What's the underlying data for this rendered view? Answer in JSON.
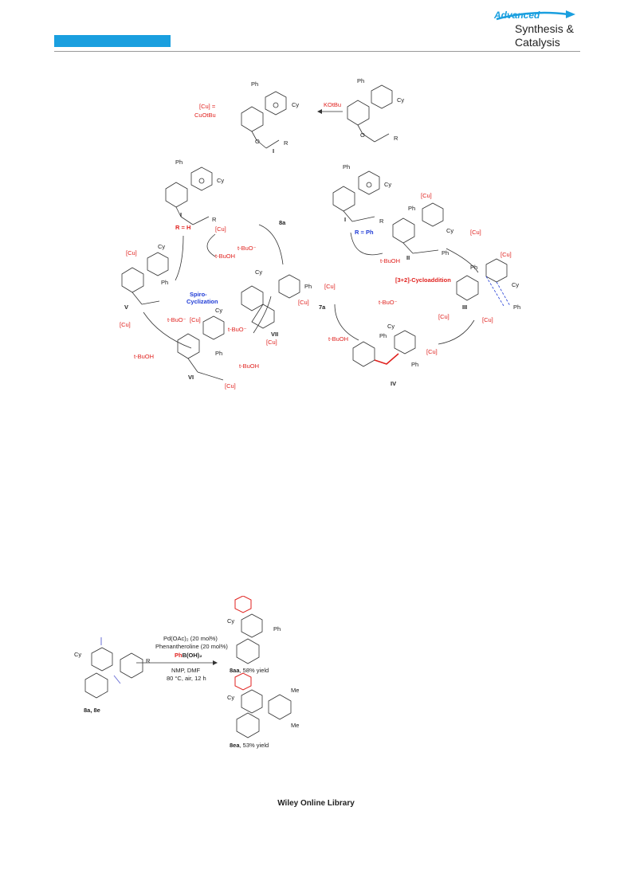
{
  "header": {
    "journal_line1": "Advanced",
    "journal_line2": "Synthesis &",
    "journal_line3": "Catalysis",
    "accent_color": "#1a9fdf"
  },
  "scheme_top": {
    "cu_def_label": "[Cu] =",
    "cu_def_value": "CuOtBu",
    "reagent_top": "KOtBu",
    "compound_I": "I",
    "r_h": "R = H",
    "r_ph": "R = Ph",
    "spiro_label_1": "Spiro-",
    "spiro_label_2": "Cyclization",
    "cyclo_label": "[3+2]-Cycloaddition",
    "product_8a": "8a",
    "product_7a": "7a",
    "cu": "[Cu]",
    "tbuoh": "t-BuOH",
    "tbuo": "t-BuO⁻",
    "numerals": [
      "II",
      "III",
      "IV",
      "V",
      "VI",
      "VII"
    ],
    "ph": "Ph",
    "cy": "Cy",
    "r": "R"
  },
  "scheme_bottom": {
    "start": "8a, 8e",
    "cond1": "Pd(OAc)₂ (20 mol%)",
    "cond2": "Phenantheroline (20 mol%)",
    "cond3_red": "Ph",
    "cond3_rest": "B(OH)₂",
    "cond4": "NMP, DMF",
    "cond5": "80 °C, air, 12 h",
    "prod1_id": "8aa",
    "prod1_yield": ", 58% yield",
    "prod2_id": "8ea",
    "prod2_yield": ", 53% yield",
    "r": "R",
    "me": "Me",
    "cy": "Cy",
    "ph": "Ph"
  },
  "footer": {
    "text": "Wiley Online Library"
  }
}
